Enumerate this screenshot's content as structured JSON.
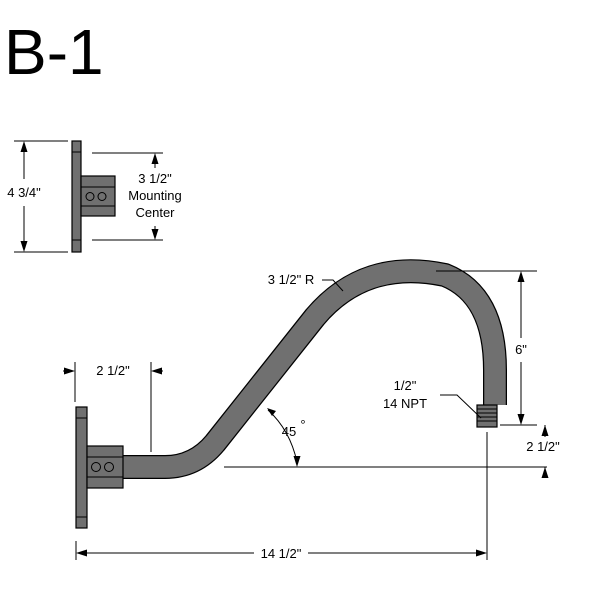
{
  "title": "B-1",
  "plate_view": {
    "height_label": "4 3/4\"",
    "center_value": "3 1/2\"",
    "center_line1": "Mounting",
    "center_line2": "Center"
  },
  "arm_view": {
    "radius_label": "3 1/2\" R",
    "drop_label": "6\"",
    "thread_line1": "1/2\"",
    "thread_line2": "14 NPT",
    "projection_label": "2 1/2\"",
    "angle_label": "45",
    "angle_unit": "°",
    "rise_label": "2 1/2\"",
    "overall_label": "14 1/2\""
  },
  "colors": {
    "fill": "#707070",
    "line": "#000000"
  }
}
